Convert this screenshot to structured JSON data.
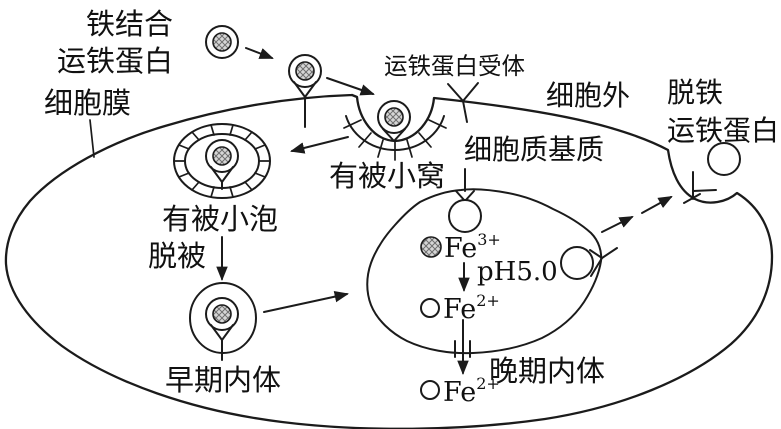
{
  "colors": {
    "ink": "#1b1b1b",
    "background": "#ffffff",
    "iron_fill": "#cccccc"
  },
  "labels": {
    "iron_bound_transferrin_line1": "铁结合",
    "iron_bound_transferrin_line2": "运铁蛋白",
    "cell_membrane": "细胞膜",
    "transferrin_receptor": "运铁蛋白受体",
    "extracellular": "细胞外",
    "cytoplasm_matrix": "细胞质基质",
    "apo_transferrin_line1": "脱铁",
    "apo_transferrin_line2": "运铁蛋白",
    "coated_pit": "有被小窝",
    "coated_vesicle": "有被小泡",
    "uncoating": "脱被",
    "early_endosome": "早期内体",
    "late_endosome": "晚期内体"
  },
  "chem": {
    "fe": "Fe",
    "sup_3plus": "3+",
    "sup_2plus": "2+",
    "ph": "pH5.0"
  }
}
